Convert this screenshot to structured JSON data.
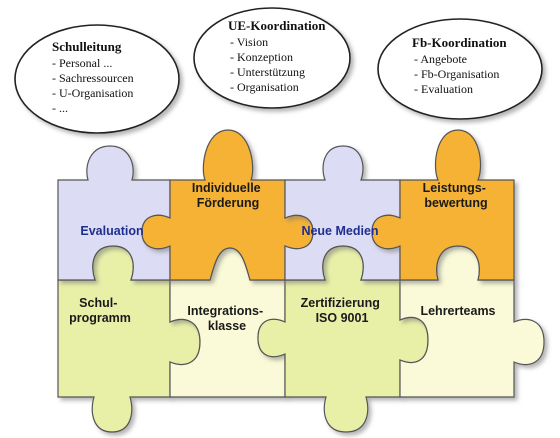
{
  "ellipses": [
    {
      "title": "Schulleitung",
      "items": [
        "- Personal ...",
        "- Sachressourcen",
        "- U-Organisation",
        "- ..."
      ]
    },
    {
      "title": "UE-Koordination",
      "items": [
        "- Vision",
        "- Konzeption",
        "- Unterstützung",
        "- Organisation"
      ]
    },
    {
      "title": "Fb-Koordination",
      "items": [
        "- Angebote",
        "- Fb-Organisation",
        "- Evaluation"
      ]
    }
  ],
  "pieces": [
    {
      "lines": [
        "Evaluation"
      ],
      "color": "#dcdcf4",
      "text_color": "#1e2f8e"
    },
    {
      "lines": [
        "Individuelle",
        "Förderung"
      ],
      "color": "#f5b235",
      "text_color": "#1a1a1a"
    },
    {
      "lines": [
        "Neue Medien"
      ],
      "color": "#dcdcf4",
      "text_color": "#1e2f8e"
    },
    {
      "lines": [
        "Leistungs-",
        "bewertung"
      ],
      "color": "#f5b235",
      "text_color": "#1a1a1a"
    },
    {
      "lines": [
        "Schul-",
        "programm"
      ],
      "color": "#e8f0a8",
      "text_color": "#1a1a1a"
    },
    {
      "lines": [
        "Integrations-",
        "klasse"
      ],
      "color": "#fafad8",
      "text_color": "#1a1a1a"
    },
    {
      "lines": [
        "Zertifizierung",
        "ISO 9001"
      ],
      "color": "#e8f0a8",
      "text_color": "#1a1a1a"
    },
    {
      "lines": [
        "Lehrerteams"
      ],
      "color": "#fafad8",
      "text_color": "#1a1a1a"
    }
  ]
}
